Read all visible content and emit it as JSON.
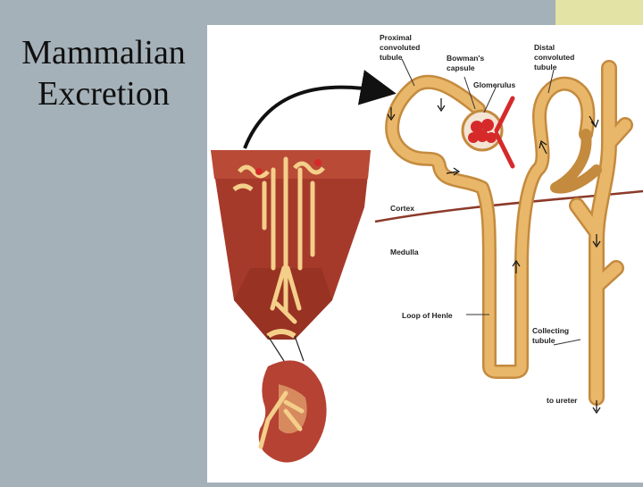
{
  "slide": {
    "title_line1": "Mammalian",
    "title_line2": "Excretion"
  },
  "diagram": {
    "labels": {
      "proximal": [
        "Proximal",
        "convoluted",
        "tubule"
      ],
      "bowmans": [
        "Bowman's",
        "capsule"
      ],
      "glomerulus": "Glomerulus",
      "distal": [
        "Distal",
        "convoluted",
        "tubule"
      ],
      "cortex": "Cortex",
      "medulla": "Medulla",
      "loop_of_henle": "Loop of Henle",
      "collecting": [
        "Collecting",
        "tubule"
      ],
      "to_ureter": "to ureter"
    }
  },
  "colors": {
    "background": "#a5b1b8",
    "accent": "#e3e3a6",
    "tubule": "#e0a855",
    "tubule_light": "#f4cf8a",
    "tissue": "#a53a2b",
    "tissue_dark": "#8b2a1c",
    "blood": "#d62a2a"
  }
}
